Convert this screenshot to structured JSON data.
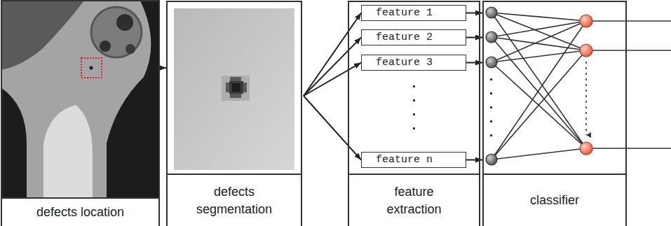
{
  "diagram": {
    "nodes": [
      {
        "text": [
          "defects location"
        ]
      },
      {
        "text": [
          "defects segmentation"
        ]
      },
      {
        "text": [
          "feature extraction"
        ]
      },
      {
        "text": [
          "feature 1"
        ],
        "in": 2
      },
      {
        "text": [
          "feature 2"
        ],
        "in": 2
      },
      {
        "text": [
          "feature 3"
        ],
        "in": 2
      },
      {
        "text": [
          "feature n"
        ],
        "in": 2
      },
      {
        "text": [
          "classifier"
        ]
      }
    ],
    "edges": [
      {
        "from": 0,
        "to": 1,
        "arrow": "to"
      },
      {
        "from": 1,
        "to": 3,
        "arrow": "to"
      },
      {
        "from": 1,
        "to": 4,
        "arrow": "to"
      },
      {
        "from": 1,
        "to": 5,
        "arrow": "to"
      },
      {
        "from": 1,
        "to": 6,
        "arrow": "to"
      },
      {
        "from": 3,
        "to": 7,
        "arrow": "to"
      },
      {
        "from": 4,
        "to": 7,
        "arrow": "to"
      },
      {
        "from": 5,
        "to": 7,
        "arrow": "to"
      },
      {
        "from": 6,
        "to": 7,
        "arrow": "to"
      }
    ]
  }
}
